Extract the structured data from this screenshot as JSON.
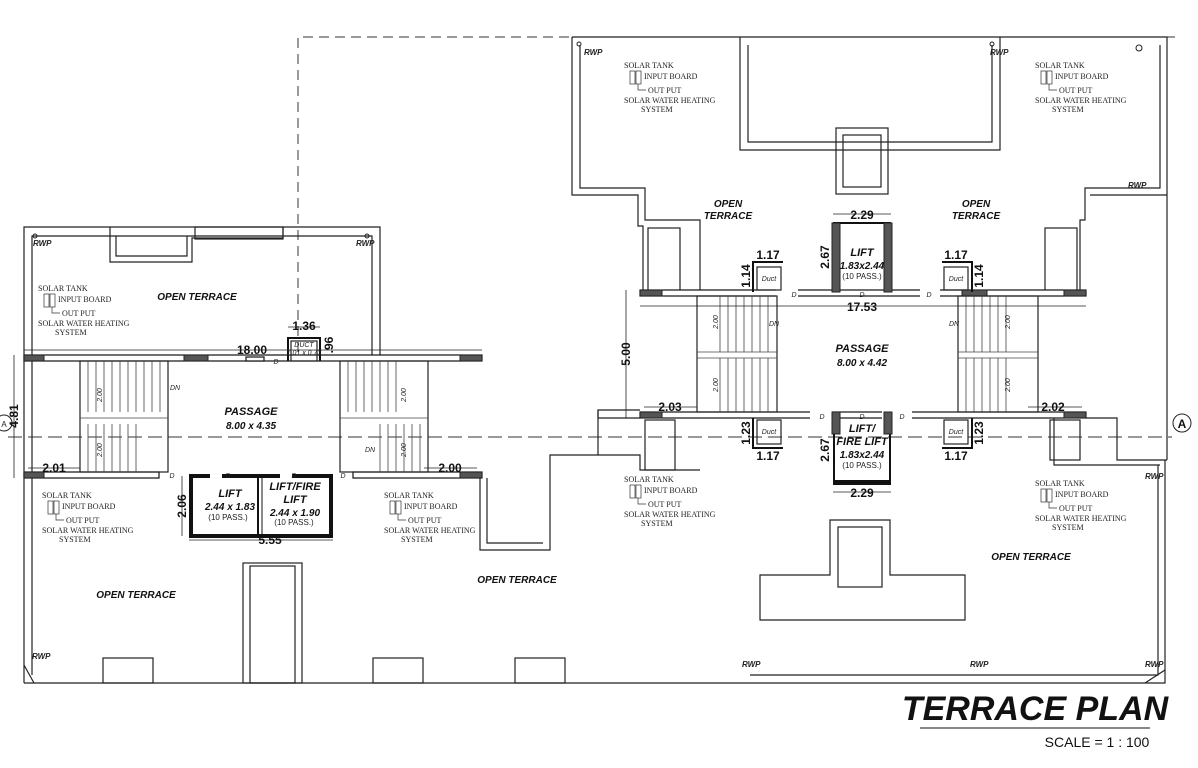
{
  "title": "TERRACE PLAN",
  "scale": "SCALE = 1 : 100",
  "rwp": "RWP",
  "door": "D",
  "down": "DN",
  "axis_marker": "A",
  "solar_unit": {
    "tank": "SOLAR TANK",
    "input": "INPUT BOARD",
    "output": "OUT PUT",
    "system_line1": "SOLAR WATER HEATING",
    "system_line2": "SYSTEM"
  },
  "open_terrace": "OPEN TERRACE",
  "open": "OPEN",
  "terrace": "TERRACE",
  "left_wing": {
    "passage": {
      "name": "PASSAGE",
      "size": "8.00 x 4.35"
    },
    "lift": {
      "name": "LIFT",
      "size": "2.44 x 1.83",
      "capacity": "(10 PASS.)"
    },
    "fire_lift": {
      "name_line1": "LIFT/FIRE",
      "name_line2": "LIFT",
      "size": "2.44 x 1.90",
      "capacity": "(10 PASS.)"
    },
    "duct": {
      "name": "DUCT",
      "size": "1.01 x 0.73"
    },
    "dimensions": {
      "overall_width": "18.00",
      "overall_depth": "4.81",
      "duct_width": "1.36",
      "duct_depth": ".96",
      "stair_left": "2.01",
      "stair_right": "2.00",
      "flight": "2.00",
      "lift_block_depth": "2.06",
      "lift_block_width": "5.55"
    }
  },
  "right_wing": {
    "passage": {
      "name": "PASSAGE",
      "size": "8.00 x 4.42"
    },
    "lift": {
      "name": "LIFT",
      "size": "1.83x2.44",
      "capacity": "(10 PASS.)"
    },
    "fire_lift": {
      "name_line1": "LIFT/",
      "name_line2": "FIRE LIFT",
      "size": "1.83x2.44",
      "capacity": "(10 PASS.)"
    },
    "duct": {
      "name": "Duct"
    },
    "dimensions": {
      "overall_width": "17.53",
      "overall_depth": "5.00",
      "lift_width": "2.29",
      "lift_depth": "2.67",
      "duct_width": "1.17",
      "duct_depth_top": "1.14",
      "duct_depth_bottom": "1.23",
      "stair_left": "2.03",
      "stair_right": "2.02",
      "flight": "2.00"
    }
  }
}
